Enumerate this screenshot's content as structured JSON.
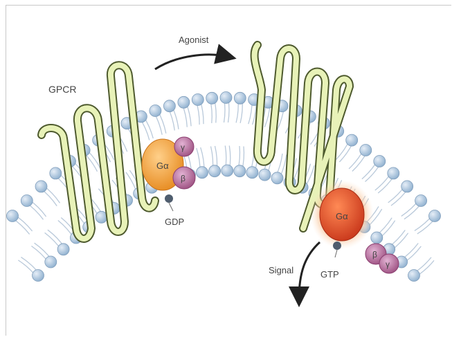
{
  "labels": {
    "agonist": "Agonist",
    "gpcr": "GPCR",
    "g_alpha_left": "Gα",
    "gamma": "γ",
    "beta": "β",
    "gdp": "GDP",
    "g_alpha_right": "Gα",
    "gtp": "GTP",
    "signal": "Signal",
    "beta_right": "β",
    "gamma_right": "γ"
  },
  "colors": {
    "lipid_head": "#a9c3dc",
    "receptor_fill": "#e8f2b8",
    "receptor_stroke": "#4e5a2e",
    "g_alpha_inactive": "#f2a63a",
    "g_alpha_active": "#e2522a",
    "g_beta_gamma": "#b16a96",
    "nucleotide": "#4f5d6e"
  }
}
